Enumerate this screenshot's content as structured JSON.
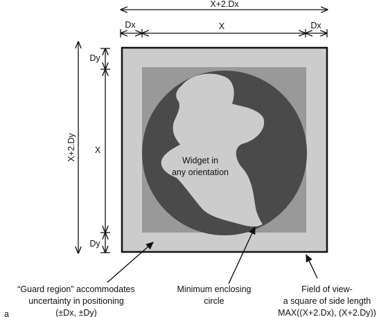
{
  "dimensions": {
    "top_total": "X+2.Dx",
    "dx_left": "Dx",
    "x_width": "X",
    "dx_right": "Dx",
    "side_total": "X+2.Dy",
    "dy_top": "Dy",
    "x_height": "X",
    "dy_bottom": "Dy"
  },
  "widget_label": [
    "Widget in",
    "any orientation"
  ],
  "captions": {
    "guard_region": [
      "“Guard region” accommodates",
      "uncertainty in positioning",
      "(±Dx, ±Dy)"
    ],
    "min_circle": [
      "Minimum enclosing",
      "circle"
    ],
    "field_of_view": [
      "Field of view-",
      "a square of side length",
      "MAX((X+2.Dx), (X+2.Dy))"
    ]
  },
  "panel_letter": "a",
  "colors": {
    "field_of_view": "#cccccc",
    "inner_square": "#999999",
    "circle": "#4a4a4a",
    "widget": "#cccccc",
    "line": "#111111"
  }
}
